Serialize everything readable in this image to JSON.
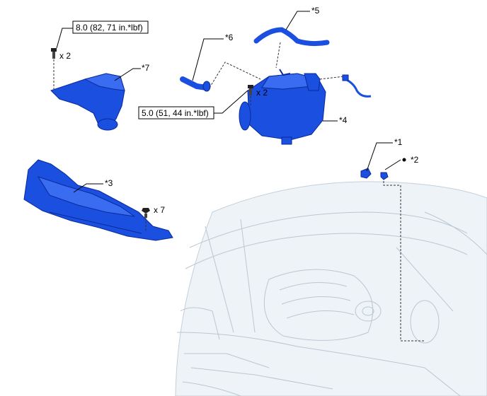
{
  "callouts": {
    "c1": "*1",
    "c2": "*2",
    "c3": "*3",
    "c4": "*4",
    "c5": "*5",
    "c6": "*6",
    "c7": "*7"
  },
  "torques": {
    "t1": "8.0 (82, 71 in.*lbf)",
    "t2": "5.0 (51, 44 in.*lbf)"
  },
  "quantities": {
    "q1": "x 2",
    "q2": "x 2",
    "q3": "x 7"
  },
  "colors": {
    "part": "#1a4fe0",
    "vehicle_line": "#b9c7d3"
  }
}
